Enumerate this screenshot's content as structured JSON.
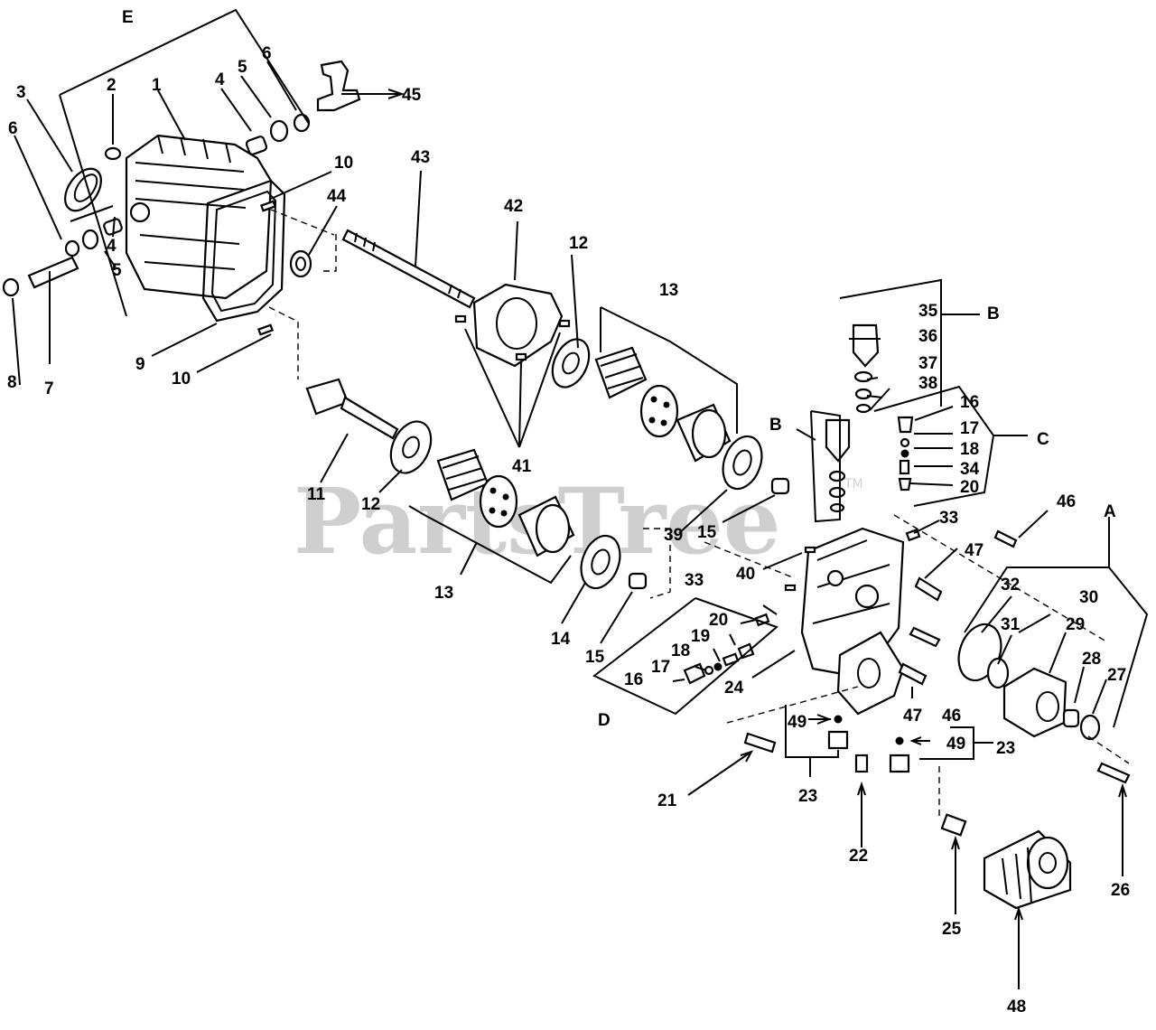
{
  "watermark": {
    "text": "PartsTree",
    "tm": "TM"
  },
  "callouts": {
    "n1": "1",
    "n2": "2",
    "n3": "3",
    "n4a": "4",
    "n4b": "4",
    "n5a": "5",
    "n5b": "5",
    "n6a": "6",
    "n6b": "6",
    "n7": "7",
    "n8": "8",
    "n9": "9",
    "n10a": "10",
    "n10b": "10",
    "n11": "11",
    "n12a": "12",
    "n12b": "12",
    "n13a": "13",
    "n13b": "13",
    "n14": "14",
    "n15a": "15",
    "n15b": "15",
    "n16a": "16",
    "n16b": "16",
    "n17a": "17",
    "n17b": "17",
    "n18a": "18",
    "n18b": "18",
    "n19": "19",
    "n20a": "20",
    "n20b": "20",
    "n21": "21",
    "n22": "22",
    "n23a": "23",
    "n23b": "23",
    "n24": "24",
    "n25": "25",
    "n26": "26",
    "n27": "27",
    "n28": "28",
    "n29": "29",
    "n30": "30",
    "n31": "31",
    "n32": "32",
    "n33a": "33",
    "n33b": "33",
    "n34": "34",
    "n35": "35",
    "n36": "36",
    "n37": "37",
    "n38": "38",
    "n39": "39",
    "n40": "40",
    "n41": "41",
    "n42": "42",
    "n43": "43",
    "n44": "44",
    "n45": "45",
    "n46a": "46",
    "n46b": "46",
    "n47a": "47",
    "n47b": "47",
    "n48": "48",
    "n49a": "49",
    "n49b": "49"
  },
  "groups": {
    "A": "A",
    "Ba": "B",
    "Bb": "B",
    "C": "C",
    "D": "D",
    "E": "E"
  }
}
